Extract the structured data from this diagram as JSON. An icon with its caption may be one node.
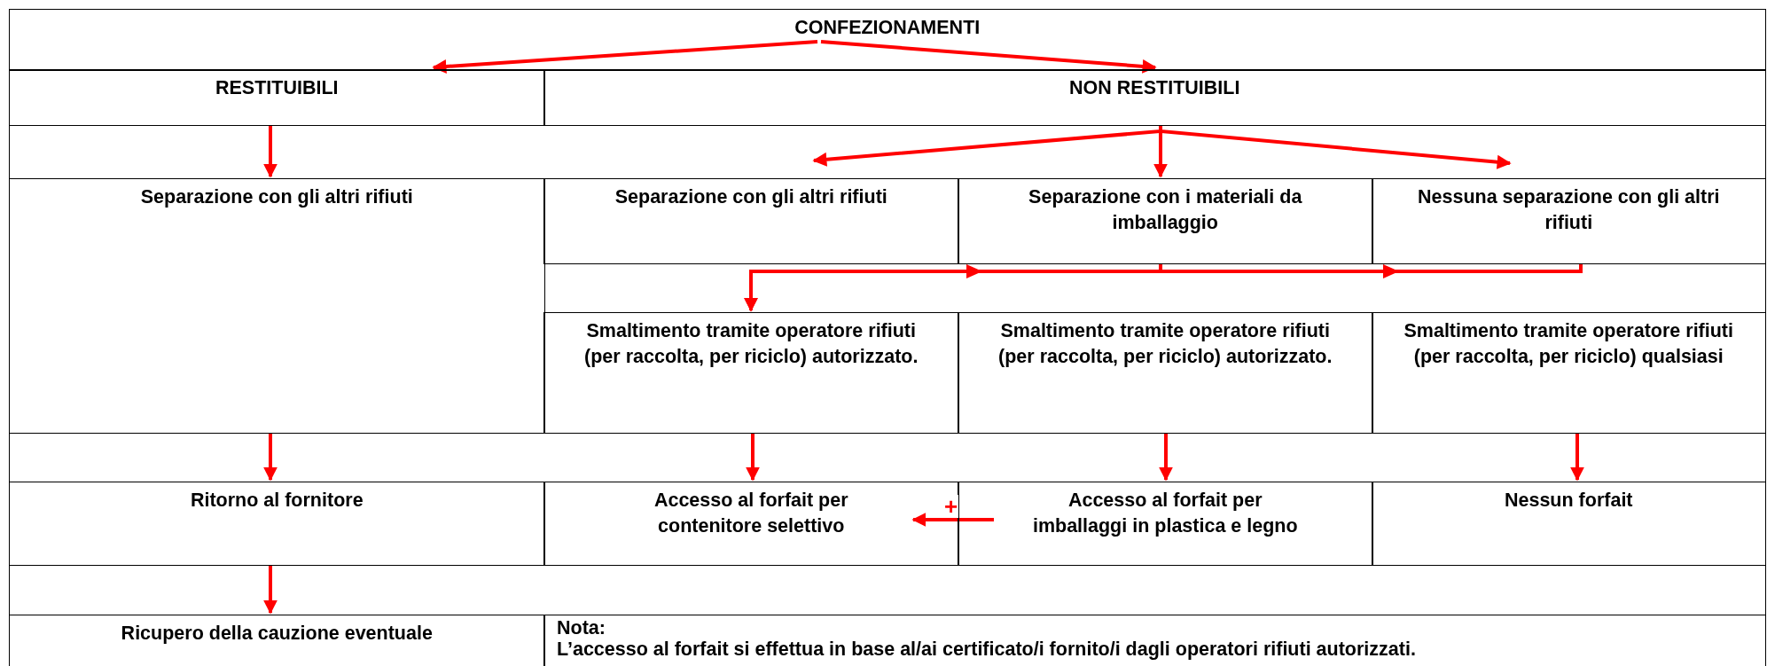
{
  "diagram": {
    "nodes": [
      {
        "text": [
          "CONFEZIONAMENTI"
        ]
      },
      {
        "text": [
          "RESTITUIBILI"
        ]
      },
      {
        "text": [
          "NON RESTITUIBILI"
        ]
      },
      {
        "text": [
          "Separazione con gli altri rifiuti"
        ]
      },
      {
        "text": [
          "Separazione con gli altri rifiuti"
        ]
      },
      {
        "text": [
          "Separazione con i materiali da imballaggio"
        ]
      },
      {
        "text": [
          "Nessuna separazione con gli altri rifiuti"
        ]
      },
      {
        "text": [
          "Smaltimento tramite operatore rifiuti (per raccolta, per riciclo) autorizzato."
        ]
      },
      {
        "text": [
          "Smaltimento tramite operatore rifiuti (per raccolta, per riciclo) autorizzato."
        ]
      },
      {
        "text": [
          "Smaltimento tramite operatore rifiuti (per raccolta, per riciclo) qualsiasi"
        ]
      },
      {
        "text": [
          "Ritorno al fornitore"
        ]
      },
      {
        "text": [
          "Accesso al forfait per contenitore selettivo"
        ]
      },
      {
        "text": [
          "Accesso al forfait per imballaggi in plastica e legno"
        ]
      },
      {
        "text": [
          "Nessun forfait"
        ]
      },
      {
        "text": [
          "Ricupero della cauzione eventuale"
        ]
      },
      {
        "text": [
          "Nota:",
          "L’accesso al forfait si effettua in base al/ai certificato/i fornito/i dagli operatori rifiuti autorizzati."
        ]
      }
    ],
    "edges": [
      {
        "from": 0,
        "to": 1,
        "arrow": "to"
      },
      {
        "from": 0,
        "to": 2,
        "arrow": "to"
      },
      {
        "from": 1,
        "to": 3,
        "arrow": "to"
      },
      {
        "from": 2,
        "to": 4,
        "arrow": "to"
      },
      {
        "from": 2,
        "to": 5,
        "arrow": "to"
      },
      {
        "from": 2,
        "to": 6,
        "arrow": "to"
      },
      {
        "from": 5,
        "to": 7,
        "arrow": "to"
      },
      {
        "from": 6,
        "to": 7,
        "arrow": "to"
      },
      {
        "from": 7,
        "to": 11,
        "arrow": "to"
      },
      {
        "from": 8,
        "to": 12,
        "arrow": "to"
      },
      {
        "from": 9,
        "to": 13,
        "arrow": "to"
      },
      {
        "from": 3,
        "to": 10,
        "arrow": "to"
      },
      {
        "from": 10,
        "to": 14,
        "arrow": "to"
      },
      {
        "from": 12,
        "to": 11,
        "arrow": "to",
        "label": "+"
      }
    ]
  }
}
